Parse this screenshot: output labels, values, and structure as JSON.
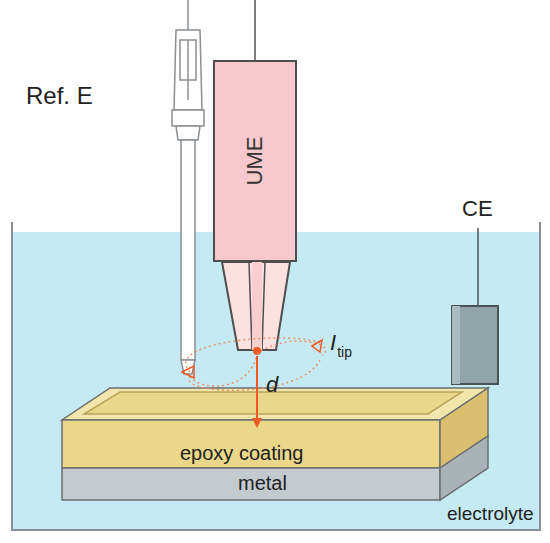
{
  "diagram": {
    "nodes": [
      {
        "text": [
          "UME"
        ]
      },
      {
        "text": [
          "epoxy coating"
        ]
      },
      {
        "text": [
          "metal"
        ]
      }
    ],
    "labels": [
      "Ref. E",
      "I",
      "tip",
      "d",
      "CE",
      "electrolyte"
    ]
  }
}
